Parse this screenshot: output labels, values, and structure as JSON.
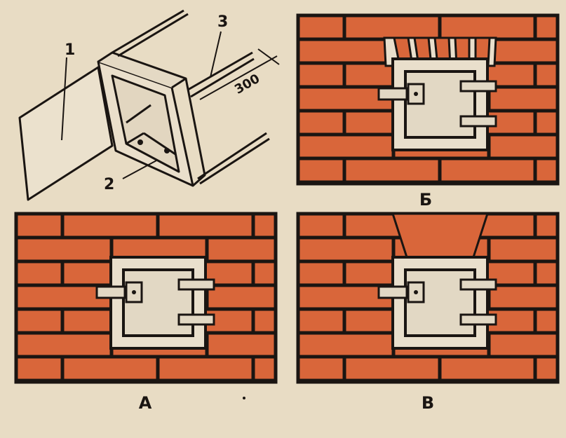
{
  "colors": {
    "background": "#e8dcc4",
    "brick": "#d9663a",
    "mortar": "#1a1512",
    "frame_fill": "#e9dfcc",
    "door_fill": "#e2d8c4",
    "ink": "#1a1512"
  },
  "frame_drawing": {
    "callout_1": "1",
    "callout_2": "2",
    "callout_3": "3",
    "dimension": "300"
  },
  "panels": [
    {
      "key": "A",
      "caption": "А"
    },
    {
      "key": "B",
      "caption": "Б"
    },
    {
      "key": "V",
      "caption": "В"
    }
  ]
}
